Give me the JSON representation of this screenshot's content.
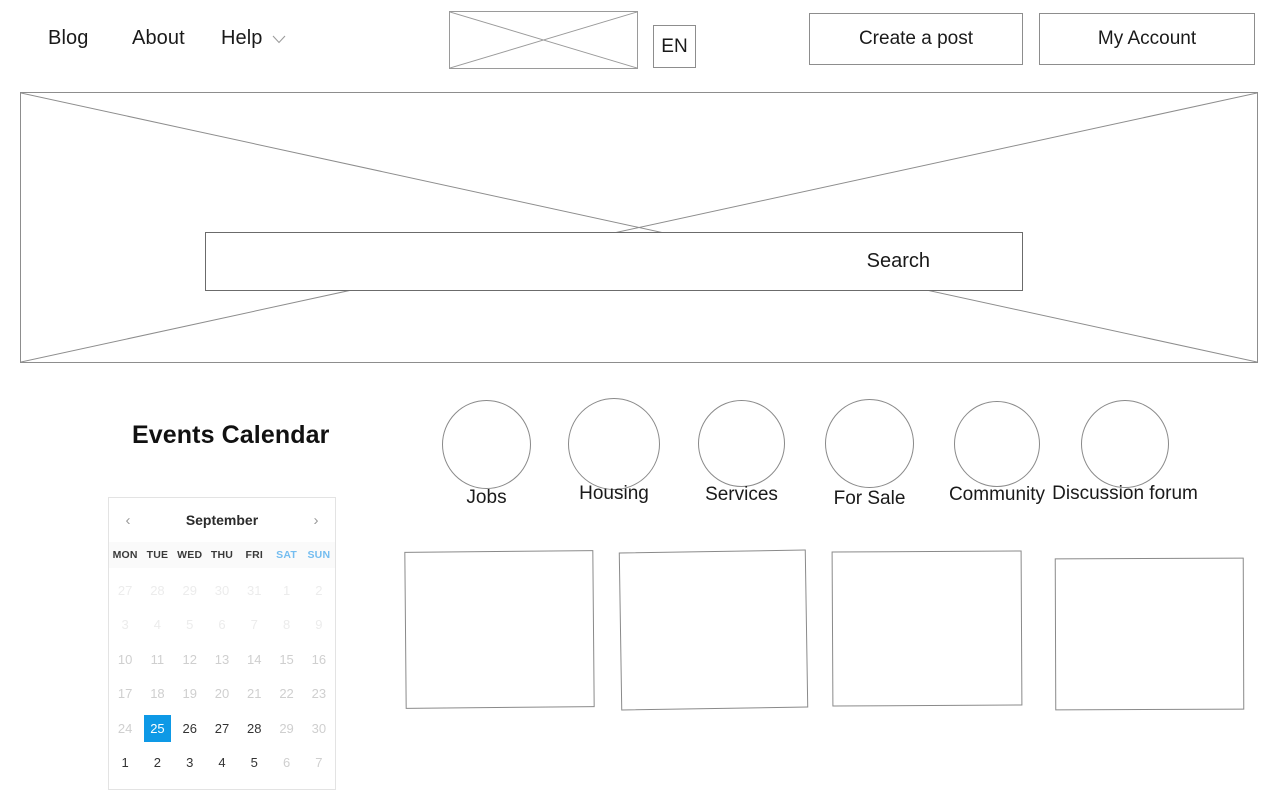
{
  "header": {
    "nav": [
      {
        "label": "Blog",
        "name": "nav-blog"
      },
      {
        "label": "About",
        "name": "nav-about"
      },
      {
        "label": "Help",
        "name": "nav-help"
      }
    ],
    "help_dropdown_icon": "chevron-down-icon",
    "logo_placeholder_icon": "image-placeholder-icon",
    "language": "EN",
    "buttons": {
      "create_post": "Create a post",
      "my_account": "My Account"
    }
  },
  "hero": {
    "placeholder_icon": "image-placeholder-icon",
    "search": {
      "label": "Search",
      "value": "",
      "placeholder": "Search"
    }
  },
  "sections": {
    "events_title": "Events Calendar"
  },
  "categories": [
    {
      "label": "Jobs",
      "name": "category-jobs"
    },
    {
      "label": "Housing",
      "name": "category-housing"
    },
    {
      "label": "Services",
      "name": "category-services"
    },
    {
      "label": "For Sale",
      "name": "category-for-sale"
    },
    {
      "label": "Community",
      "name": "category-community"
    },
    {
      "label": "Discussion forum",
      "name": "category-discussion-forum"
    }
  ],
  "cards": [
    {
      "name": "content-card-1"
    },
    {
      "name": "content-card-2"
    },
    {
      "name": "content-card-3"
    },
    {
      "name": "content-card-4"
    }
  ],
  "calendar": {
    "month": "September",
    "prev_icon": "chevron-left-icon",
    "next_icon": "chevron-right-icon",
    "weekdays": [
      {
        "label": "MON",
        "weekend": false
      },
      {
        "label": "TUE",
        "weekend": false
      },
      {
        "label": "WED",
        "weekend": false
      },
      {
        "label": "THU",
        "weekend": false
      },
      {
        "label": "FRI",
        "weekend": false
      },
      {
        "label": "SAT",
        "weekend": true
      },
      {
        "label": "SUN",
        "weekend": true
      }
    ],
    "selected_day": 25,
    "accent_color": "#0e99e6",
    "weekend_header_color": "#74bdf0",
    "weeks": [
      [
        {
          "d": 27,
          "state": "mute"
        },
        {
          "d": 28,
          "state": "mute"
        },
        {
          "d": 29,
          "state": "mute"
        },
        {
          "d": 30,
          "state": "mute"
        },
        {
          "d": 31,
          "state": "mute"
        },
        {
          "d": 1,
          "state": "mute"
        },
        {
          "d": 2,
          "state": "mute"
        }
      ],
      [
        {
          "d": 3,
          "state": "mute"
        },
        {
          "d": 4,
          "state": "mute"
        },
        {
          "d": 5,
          "state": "mute"
        },
        {
          "d": 6,
          "state": "mute"
        },
        {
          "d": 7,
          "state": "mute"
        },
        {
          "d": 8,
          "state": "mute"
        },
        {
          "d": 9,
          "state": "mute"
        }
      ],
      [
        {
          "d": 10,
          "state": "mute2"
        },
        {
          "d": 11,
          "state": "mute2"
        },
        {
          "d": 12,
          "state": "mute2"
        },
        {
          "d": 13,
          "state": "mute2"
        },
        {
          "d": 14,
          "state": "mute2"
        },
        {
          "d": 15,
          "state": "mute2"
        },
        {
          "d": 16,
          "state": "mute2"
        }
      ],
      [
        {
          "d": 17,
          "state": "mute2"
        },
        {
          "d": 18,
          "state": "mute2"
        },
        {
          "d": 19,
          "state": "mute2"
        },
        {
          "d": 20,
          "state": "mute2"
        },
        {
          "d": 21,
          "state": "mute2"
        },
        {
          "d": 22,
          "state": "mute2"
        },
        {
          "d": 23,
          "state": "mute2"
        }
      ],
      [
        {
          "d": 24,
          "state": "mute2"
        },
        {
          "d": 25,
          "state": "selected"
        },
        {
          "d": 26,
          "state": "normal"
        },
        {
          "d": 27,
          "state": "normal"
        },
        {
          "d": 28,
          "state": "normal"
        },
        {
          "d": 29,
          "state": "mute2"
        },
        {
          "d": 30,
          "state": "mute2"
        }
      ],
      [
        {
          "d": 1,
          "state": "normal"
        },
        {
          "d": 2,
          "state": "normal"
        },
        {
          "d": 3,
          "state": "normal"
        },
        {
          "d": 4,
          "state": "normal"
        },
        {
          "d": 5,
          "state": "normal"
        },
        {
          "d": 6,
          "state": "mute2"
        },
        {
          "d": 7,
          "state": "mute2"
        }
      ]
    ]
  }
}
